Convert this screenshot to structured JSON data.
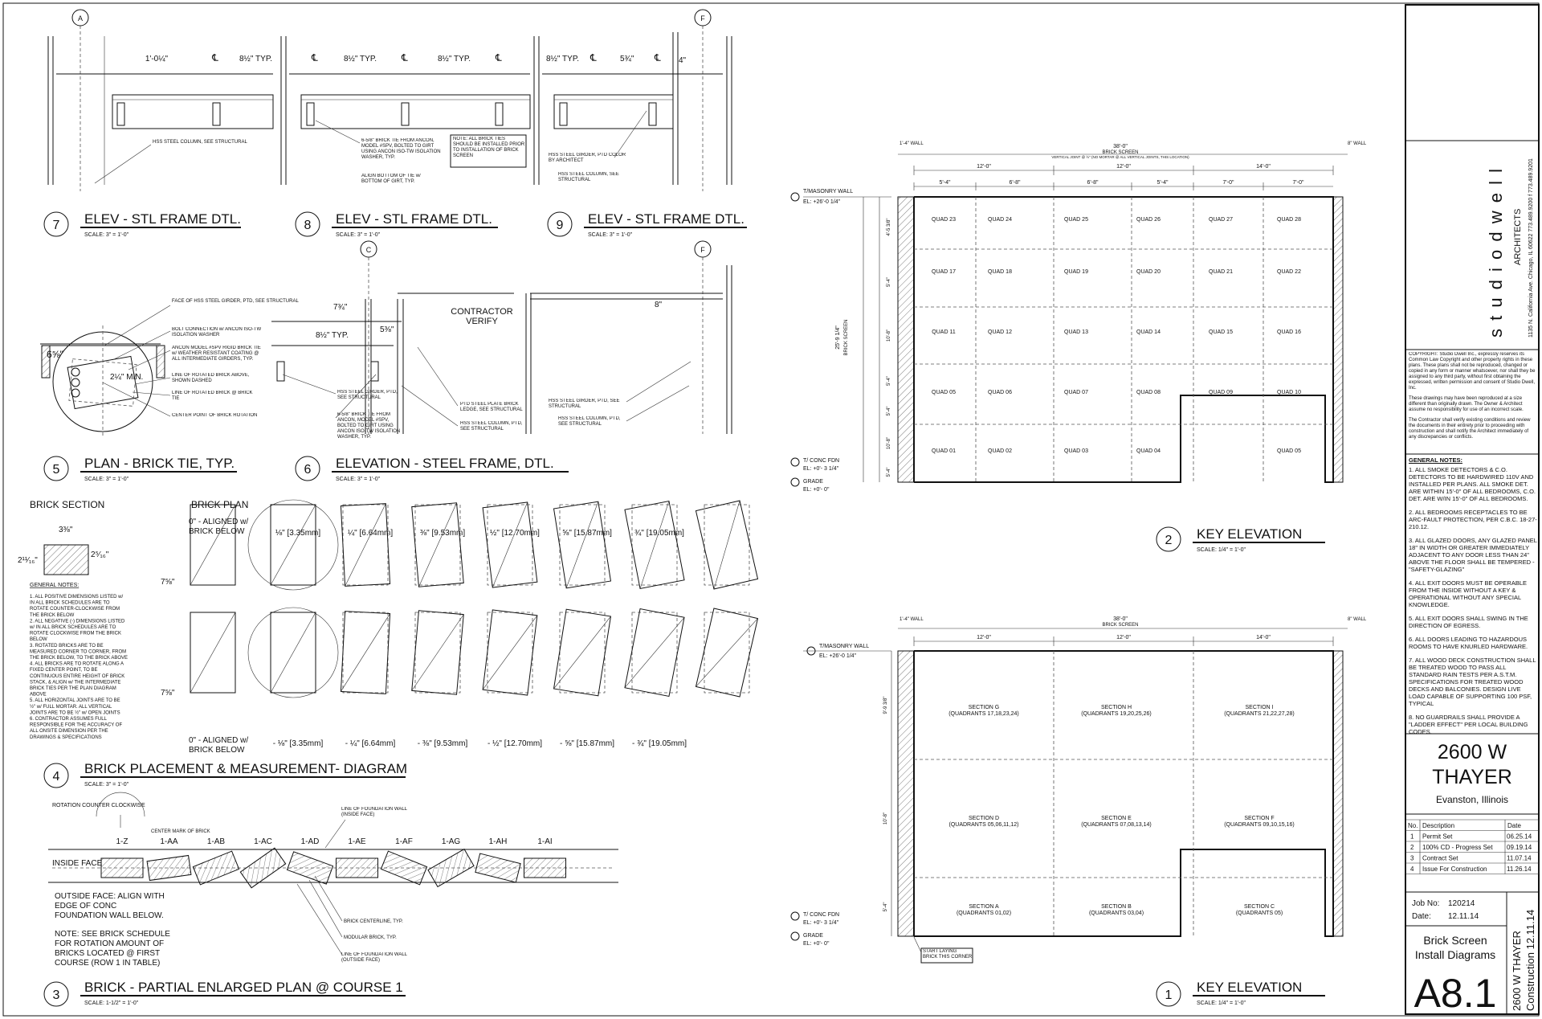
{
  "title_block": {
    "firm_name": "s t u d i o  d w e l l",
    "firm_sub": "ARCHITECTS",
    "firm_address": "1135 N. California Ave. Chicago, IL 60622   773.489.9200 f 773.489.9201",
    "copyright": "COPYRIGHT: Studio Dwell Inc., expressly reserves its Common Law Copyright and other property rights in these plans. These plans shall not be reproduced, changed or copied in any form or manner whatsoever, nor shall they be assigned to any third party, without first obtaining the expressed, written permission and consent of Studio Dwell, Inc.",
    "reproduction": "These drawings may have been reproduced at a size different than originally drawn. The Owner & Architect assume no responsibility for use of an incorrect scale.",
    "contractor": "The Contractor shall verify existing conditions and review the documents in their entirety prior to proceeding with construction and shall notify the Architect immediately of any discrepancies or conflicts.",
    "general_notes_heading": "GENERAL NOTES:",
    "general_notes": [
      "1. ALL SMOKE DETECTORS & C.O. DETECTORS TO BE HARDWIRED 110V AND INSTALLED PER PLANS. ALL SMOKE DET. ARE WITHIN 15'-0\" OF ALL BEDROOMS, C.O. DET. ARE W/IN 15'-0\" OF ALL BEDROOMS.",
      "2. ALL BEDROOMS RECEPTACLES TO BE ARC-FAULT PROTECTION, PER C.B.C. 18-27-210.12.",
      "3. ALL GLAZED DOORS, ANY GLAZED PANEL 18\" IN WIDTH OR GREATER IMMEDIATELY ADJACENT TO ANY DOOR LESS THAN 24\" ABOVE THE FLOOR SHALL BE TEMPERED - \"SAFETY-GLAZING\"",
      "4. ALL EXIT DOORS MUST BE OPERABLE FROM THE INSIDE WITHOUT A KEY & OPERATIONAL WITHOUT ANY SPECIAL KNOWLEDGE.",
      "5. ALL EXIT DOORS SHALL SWING IN THE DIRECTION OF EGRESS.",
      "6. ALL DOORS LEADING TO HAZARDOUS ROOMS TO HAVE KNURLED HARDWARE.",
      "7. ALL WOOD DECK CONSTRUCTION SHALL BE TREATED WOOD TO PASS ALL STANDARD RAIN TESTS PER A.S.T.M. SPECIFICATIONS FOR TREATED WOOD DECKS AND BALCONIES. DESIGN LIVE LOAD CAPABLE OF SUPPORTING 100 PSF, TYPICAL",
      "8. NO GUARDRAILS SHALL PROVIDE A \"LADDER EFFECT\" PER LOCAL BUILDING CODES."
    ],
    "project_name_1": "2600 W",
    "project_name_2": "THAYER",
    "project_location": "Evanston, Illinois",
    "rev_headers": [
      "No.",
      "Description",
      "Date"
    ],
    "revisions": [
      {
        "no": "1",
        "desc": "Permit Set",
        "date": "06.25.14"
      },
      {
        "no": "2",
        "desc": "100% CD - Progress Set",
        "date": "09.19.14"
      },
      {
        "no": "3",
        "desc": "Contract Set",
        "date": "11.07.14"
      },
      {
        "no": "4",
        "desc": "Issue For Construction",
        "date": "11.26.14"
      }
    ],
    "job_no_label": "Job No:",
    "job_no": "120214",
    "date_label": "Date:",
    "date": "12.11.14",
    "sheet_title_1": "Brick Screen",
    "sheet_title_2": "Install Diagrams",
    "sheet_number": "A8.1",
    "side_label_1": "2600 W THAYER",
    "side_label_2": "Construction 12.11.14"
  },
  "details": {
    "d7": {
      "num": "7",
      "title": "ELEV - STL FRAME DTL.",
      "scale": "SCALE:  3\" = 1'-0\""
    },
    "d8": {
      "num": "8",
      "title": "ELEV - STL FRAME DTL.",
      "scale": "SCALE:  3\" = 1'-0\""
    },
    "d9": {
      "num": "9",
      "title": "ELEV - STL FRAME DTL.",
      "scale": "SCALE:  3\" = 1'-0\""
    },
    "d5": {
      "num": "5",
      "title": "PLAN - BRICK TIE, TYP.",
      "scale": "SCALE:  3\" = 1'-0\""
    },
    "d6": {
      "num": "6",
      "title": "ELEVATION - STEEL FRAME, DTL.",
      "scale": "SCALE:  3\" = 1'-0\""
    },
    "d4": {
      "num": "4",
      "title": "BRICK PLACEMENT & MEASUREMENT- DIAGRAM",
      "scale": "SCALE:  3\" = 1'-0\""
    },
    "d3": {
      "num": "3",
      "title": "BRICK - PARTIAL ENLARGED PLAN @ COURSE 1",
      "scale": "SCALE:  1-1/2\" = 1'-0\""
    },
    "d2": {
      "num": "2",
      "title": "KEY ELEVATION",
      "scale": "SCALE:  1/4\" = 1'-0\""
    },
    "d1": {
      "num": "1",
      "title": "KEY ELEVATION",
      "scale": "SCALE:  1/4\" = 1'-0\""
    }
  },
  "grid_bubbles": {
    "a": "A",
    "f": "F",
    "c": "C"
  },
  "frame_notes": {
    "hss_column": "HSS STEEL COLUMN, SEE STRUCTURAL",
    "brick_tie": "6-5/8\" BRICK TIE FROM ANCON, MODEL #SPV, BOLTED TO GIRT USING ANCON ISO-TW ISOLATION WASHER, TYP.",
    "align_bottom": "ALIGN BOTTOM OF TIE w/ BOTTOM OF GIRT, TYP.",
    "note_box": "NOTE: ALL BRICK TIES SHOULD BE INSTALLED PRIOR TO INSTALLATION OF BRICK SCREEN",
    "hss_girder_ptd": "HSS STEEL GIRDER, PTD COLOR BY ARCHITECT",
    "hss_column_2": "HSS STEEL COLUMN, SEE STRUCTURAL",
    "dim_1_0": "1'-0¼\"",
    "dim_typ": "8½\" TYP.",
    "dim_5_3": "5¾\"",
    "dim_4": "4\"",
    "cl": "℄"
  },
  "d5_notes": {
    "face_girder": "FACE OF HSS STEEL GIRDER, PTD, SEE STRUCTURAL",
    "bolt_conn": "BOLT CONNECTION w/ ANCON ISO-TW ISOLATION WASHER",
    "ancon": "ANCON MODEL #SPV RIGID BRICK TIE w/ WEATHER RESISTANT COATING @ ALL INTERMEDIATE GIRDERS, TYP.",
    "rot_above": "LINE OF ROTATED BRICK ABOVE, SHOWN DASHED",
    "rot_tie": "LINE OF ROTATED BRICK @ BRICK TIE",
    "center_pt": "CENTER POINT OF BRICK ROTATION",
    "dim_6": "6⅝\"",
    "dim_min": "2¼\" MIN."
  },
  "d6_notes": {
    "contractor_verify": "CONTRACTOR VERIFY",
    "dim_7": "7¾\"",
    "dim_5": "5⅜\"",
    "dim_8typ": "8½\" TYP.",
    "dim_8": "8\"",
    "hss_girder": "HSS STEEL GIRDER, PTD, SEE STRUCTURAL",
    "brick_tie": "6-5/8\" BRICK TIE FROM ANCON, MODEL #SPV, BOLTED TO GIRT USING ANCON ISO-TW ISOLATION WASHER, TYP.",
    "ptd_plate": "PTD STEEL PLATE BRICK LEDGE, SEE STRUCTURAL",
    "hss_column": "HSS STEEL COLUMN, PTD, SEE STRUCTURAL",
    "hss_girder_2": "HSS STEEL GIRDER, PTD, SEE STRUCTURAL",
    "hss_column_2": "HSS STEEL COLUMN, PTD, SEE STRUCTURAL"
  },
  "brick": {
    "section_title": "BRICK SECTION",
    "plan_title": "BRICK PLAN",
    "dim_3": "3⅜\"",
    "dim_2a": "2¹¹⁄₁₆\"",
    "dim_2b": "2⁵⁄₁₆\"",
    "dim_7": "7⅝\"",
    "aligned_top": "0\" - ALIGNED w/ BRICK BELOW",
    "aligned_bottom": "0\" - ALIGNED w/ BRICK BELOW",
    "top_rotations": [
      "⅛\" [3.35mm]",
      "¼\" [6.64mm]",
      "⅜\" [9.53mm]",
      "½\" [12.70mm]",
      "⅝\" [15.87mm]",
      "¾\" [19.05mm]"
    ],
    "bottom_rotations": [
      "- ⅛\" [3.35mm]",
      "- ¼\" [6.64mm]",
      "- ⅜\" [9.53mm]",
      "- ½\" [12.70mm]",
      "- ⅝\" [15.87mm]",
      "- ¾\" [19.05mm]"
    ],
    "notes_heading": "GENERAL NOTES:",
    "notes": [
      "1.  ALL POSITIVE DIMENSIONS LISTED w/",
      "IN ALL BRICK SCHEDULES ARE TO",
      "ROTATE COUNTER-CLOCKWISE FROM",
      "THE BRICK BELOW",
      "2.  ALL NEGATIVE (-) DIMENSIONS LISTED",
      "w/ IN ALL BRICK SCHEDULES ARE TO",
      "ROTATE CLOCKWISE FROM THE BRICK",
      "BELOW",
      "3.  ROTATED BRICKS ARE TO BE",
      "MEASURED CORNER TO CORNER, FROM",
      "THE BRICK BELOW, TO THE BRICK ABOVE",
      "4.  ALL BRICKS ARE TO ROTATE ALONG A",
      "FIXED CENTER POINT, TO BE",
      "CONTINUOUS ENTIRE HEIGHT OF BRICK",
      "STACK, & ALIGN w/ THE INTERMEDIATE",
      "BRICK TIES PER THE PLAN DIAGRAM",
      "ABOVE",
      "5.  ALL HORIZONTAL JOINTS ARE TO BE",
      "½\" w/ FULL MORTAR.  ALL VERTICAL",
      "JOINTS ARE TO BE ½\" w/ OPEN JOINTS",
      "6.  CONTRACTOR ASSUMES FULL",
      "RESPONSIBLE FOR THE ACCURACY OF",
      "ALL ONSITE DIMENSION PER THE",
      "DRAWINGS & SPECIFICATIONS"
    ]
  },
  "course_plan": {
    "rotation_label": "ROTATION COUNTER CLOCKWISE",
    "center_mark": "CENTER MARK OF BRICK",
    "inside_face": "INSIDE FACE",
    "line_found_inside": "LINE OF FOUNDATION WALL (INSIDE FACE)",
    "brick_labels": [
      "1-Z",
      "1-AA",
      "1-AB",
      "1-AC",
      "1-AD",
      "1-AE",
      "1-AF",
      "1-AG",
      "1-AH",
      "1-AI"
    ],
    "outside_face": "OUTSIDE FACE: ALIGN WITH EDGE OF CONC FOUNDATION WALL BELOW.",
    "schedule_note": "NOTE: SEE BRICK SCHEDULE FOR ROTATION AMOUNT OF BRICKS LOCATED @ FIRST COURSE (ROW 1 IN TABLE)",
    "centerline": "BRICK CENTERLINE, TYP.",
    "modular": "MODULAR BRICK, TYP.",
    "line_found_outside": "LINE OF FOUNDATION WALL (OUTSIDE FACE)"
  },
  "elev2": {
    "wall_l": "1'-4\" WALL",
    "overall": "38'-0\"",
    "overall_sub": "BRICK SCREEN",
    "joint_note": "VERTICAL JOINT @ ½\" (NO MORTAR @ ALL VERTICAL JOINTS, THIS LOCATION)",
    "wall_r": "8\" WALL",
    "spans": [
      "12'-0\"",
      "12'-0\"",
      "14'-0\""
    ],
    "subspans": [
      "5'-4\"",
      "6'-8\"",
      "6'-8\"",
      "5'-4\"",
      "7'-0\"",
      "7'-0\""
    ],
    "t_masonry": "T/MASONRY WALL",
    "t_masonry_el": "EL: +26'-0 1/4\"",
    "t_conc": "T/ CONC FDN",
    "t_conc_el": "EL: +0'- 3 1/4\"",
    "grade": "GRADE",
    "grade_el": "EL: +0'- 0\"",
    "height": "25'-9 1/4\"",
    "height_sub": "BRICK SCREEN",
    "row_dims": [
      "4'-5 3/8\"",
      "5'-4\"",
      "10'-8\"",
      "5'-4\"",
      "5'-4\"",
      "10'-8\"",
      "5'-4\""
    ],
    "quads": [
      [
        "QUAD 23",
        "QUAD 24",
        "QUAD 25",
        "QUAD 26",
        "QUAD 27",
        "QUAD 28"
      ],
      [
        "QUAD 17",
        "QUAD 18",
        "QUAD 19",
        "QUAD 20",
        "QUAD 21",
        "QUAD 22"
      ],
      [
        "QUAD 11",
        "QUAD 12",
        "QUAD 13",
        "QUAD 14",
        "QUAD 15",
        "QUAD 16"
      ],
      [
        "QUAD 05",
        "QUAD 06",
        "QUAD 07",
        "QUAD 08",
        "QUAD 09",
        "QUAD 10"
      ],
      [
        "QUAD 01",
        "QUAD 02",
        "QUAD 03",
        "QUAD 04",
        "",
        "QUAD 05"
      ]
    ]
  },
  "elev1": {
    "wall_l": "1'-4\" WALL",
    "overall": "38'-0\"",
    "overall_sub": "BRICK SCREEN",
    "wall_r": "8\" WALL",
    "spans": [
      "12'-0\"",
      "12'-0\"",
      "14'-0\""
    ],
    "t_masonry": "T/MASONRY WALL",
    "t_masonry_el": "EL: +26'-0 1/4\"",
    "t_conc": "T/ CONC FDN",
    "t_conc_el": "EL: +0'- 3 1/4\"",
    "grade": "GRADE",
    "grade_el": "EL: +0'- 0\"",
    "row_dims": [
      "9'-9 3/8\"",
      "10'-8\"",
      "5'-4\""
    ],
    "start_note": "START LAYING BRICK THIS CORNER",
    "sections": [
      [
        {
          "n": "SECTION G",
          "q": "(QUADRANTS 17,18,23,24)"
        },
        {
          "n": "SECTION H",
          "q": "(QUADRANTS 19,20,25,26)"
        },
        {
          "n": "SECTION I",
          "q": "(QUADRANTS 21,22,27,28)"
        }
      ],
      [
        {
          "n": "SECTION D",
          "q": "(QUADRANTS 05,06,11,12)"
        },
        {
          "n": "SECTION E",
          "q": "(QUADRANTS 07,08,13,14)"
        },
        {
          "n": "SECTION F",
          "q": "(QUADRANTS 09,10,15,16)"
        }
      ],
      [
        {
          "n": "SECTION A",
          "q": "(QUADRANTS 01,02)"
        },
        {
          "n": "SECTION B",
          "q": "(QUADRANTS 03,04)"
        },
        {
          "n": "SECTION C",
          "q": "(QUADRANTS 05)"
        }
      ]
    ]
  }
}
